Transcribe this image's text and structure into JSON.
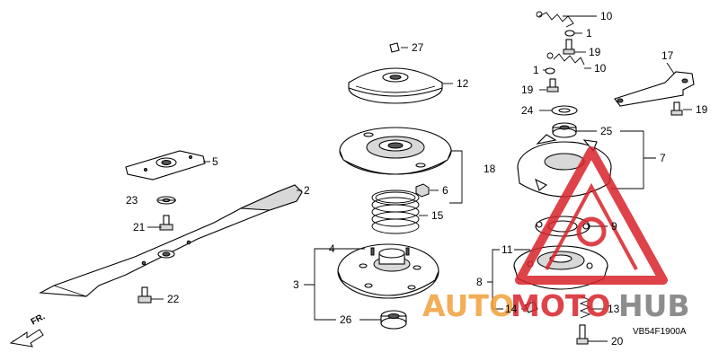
{
  "callouts": {
    "p1a": "1",
    "p1b": "1",
    "p2": "2",
    "p3": "3",
    "p4": "4",
    "p5": "5",
    "p6": "6",
    "p7": "7",
    "p8": "8",
    "p9": "9",
    "p10a": "10",
    "p10b": "10",
    "p11": "11",
    "p12": "12",
    "p13": "13",
    "p14": "14",
    "p15": "15",
    "p17": "17",
    "p18": "18",
    "p19a": "19",
    "p19b": "19",
    "p19c": "19",
    "p20": "20",
    "p21": "21",
    "p22": "22",
    "p23": "23",
    "p24": "24",
    "p25": "25",
    "p26": "26",
    "p27": "27"
  },
  "front_label": "FR.",
  "diagram_code": "VB54F1900A",
  "watermark": {
    "text_orange": "AUTO",
    "text_red": "MOTO",
    "text_gray": "HUB"
  },
  "colors": {
    "line": "#000000",
    "watermark_red": "#d8232a",
    "watermark_orange": "#f2a13b",
    "watermark_gray": "#7a7a7a"
  }
}
